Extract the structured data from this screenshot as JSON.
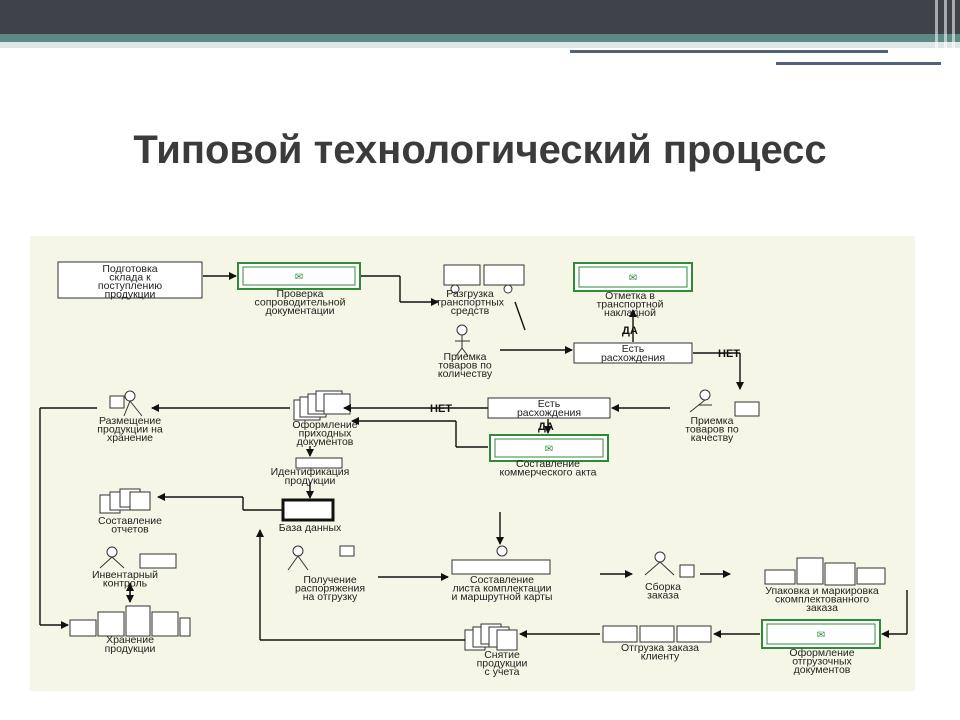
{
  "slide": {
    "title": "Типовой технологический процесс"
  },
  "nodes": {
    "prep_warehouse": [
      "Подготовка",
      "склада к",
      "поступлению",
      "продукции"
    ],
    "check_docs": [
      "Проверка",
      "сопроводительной",
      "документации"
    ],
    "unload": [
      "Разгрузка",
      "транспортных",
      "средств"
    ],
    "mark_waybill": [
      "Отметка в",
      "транспортной",
      "накладной"
    ],
    "accept_qty": [
      "Приемка",
      "товаров по",
      "количеству"
    ],
    "discrepancy_1": [
      "Есть",
      "расхождения"
    ],
    "accept_quality": [
      "Приемка",
      "товаров по",
      "качеству"
    ],
    "discrepancy_2": [
      "Есть",
      "расхождения"
    ],
    "commercial_act": [
      "Составление",
      "коммерческого акта"
    ],
    "placement": [
      "Размещение",
      "продукции на",
      "хранение"
    ],
    "incoming_docs": [
      "Оформление",
      "приходных",
      "документов"
    ],
    "identification": [
      "Идентификация",
      "продукции"
    ],
    "database": [
      "База данных"
    ],
    "reports": [
      "Составление",
      "отчетов"
    ],
    "inventory": [
      "Инвентарный",
      "контроль"
    ],
    "storage": [
      "Хранение",
      "продукции"
    ],
    "receive_order": [
      "Получение",
      "распоряжения",
      "на отгрузку"
    ],
    "picking_list": [
      "Составление",
      "листа комплектации",
      "и маршрутной карты"
    ],
    "assembly": [
      "Сборка",
      "заказа"
    ],
    "packing": [
      "Упаковка и маркировка",
      "скомплектованного",
      "заказа"
    ],
    "shipping_docs": [
      "Оформление",
      "отгрузочных",
      "документов"
    ],
    "ship_client": [
      "Отгрузка заказа",
      "клиенту"
    ],
    "write_off": [
      "Снятие",
      "продукции",
      "с учета"
    ]
  },
  "branch_labels": {
    "yes_1": "ДА",
    "no_1": "НЕТ",
    "no_2": "НЕТ",
    "yes_2": "ДА"
  },
  "colors": {
    "header_dark": "#3e4349",
    "header_teal": "#5e8a86",
    "panel_bg": "#f6f6e6",
    "doc_green": "#2f8a3a"
  }
}
